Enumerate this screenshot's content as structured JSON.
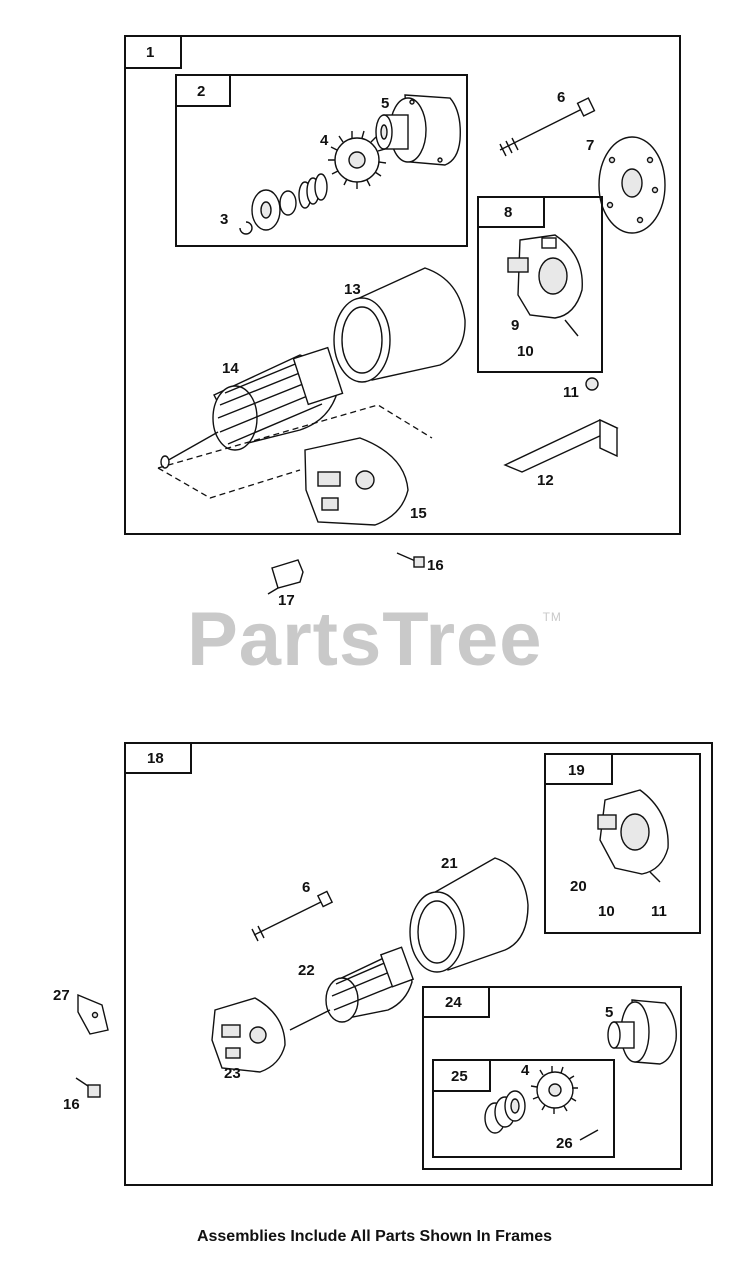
{
  "watermark": {
    "text": "PartsTree",
    "tm": "TM"
  },
  "caption": "Assemblies Include All Parts Shown In Frames",
  "frames": {
    "f1": "1",
    "f2": "2",
    "f8": "8",
    "f18": "18",
    "f19": "19",
    "f24": "24",
    "f25": "25"
  },
  "labels": {
    "p3": "3",
    "p4": "4",
    "p5": "5",
    "p6": "6",
    "p7": "7",
    "p9": "9",
    "p10": "10",
    "p11": "11",
    "p12": "12",
    "p13": "13",
    "p14": "14",
    "p15": "15",
    "p16": "16",
    "p17": "17",
    "p20": "20",
    "p21": "21",
    "p22": "22",
    "p23": "23",
    "p4b": "4",
    "p5b": "5",
    "p6b": "6",
    "p10b": "10",
    "p11b": "11",
    "p16b": "16",
    "p26": "26",
    "p27": "27"
  }
}
